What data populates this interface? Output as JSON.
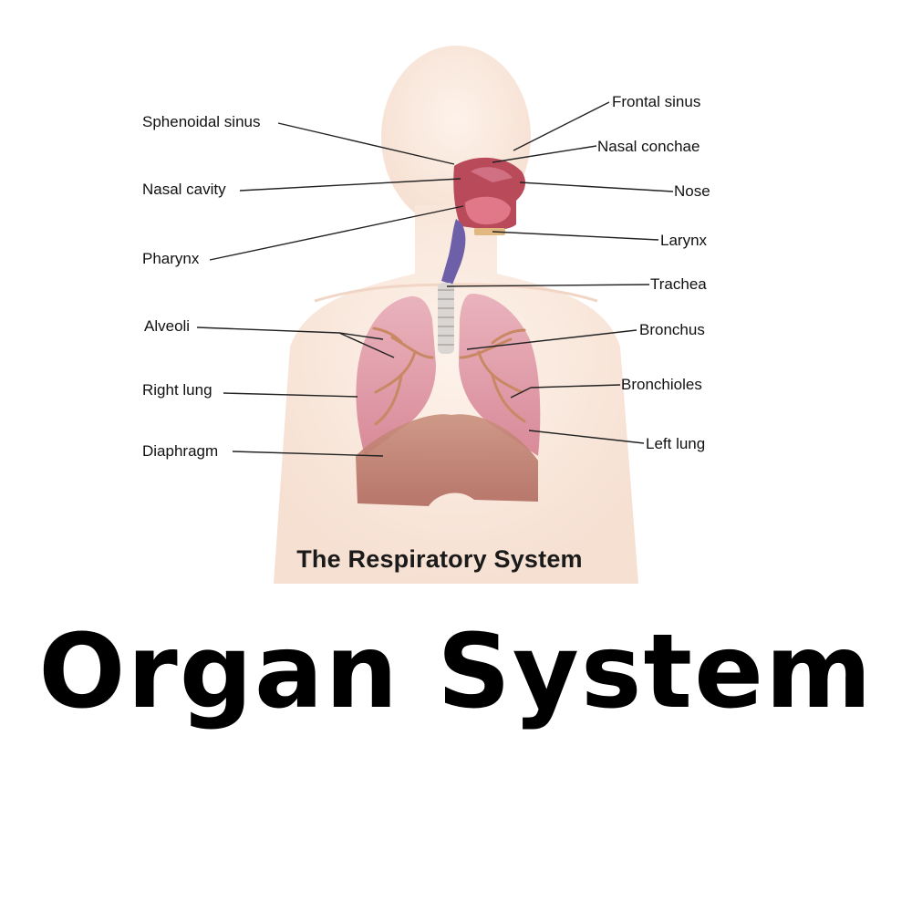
{
  "diagram": {
    "title": "The Respiratory System",
    "labels_left": {
      "sphenoidal_sinus": "Sphenoidal sinus",
      "nasal_cavity": "Nasal cavity",
      "pharynx": "Pharynx",
      "alveoli": "Alveoli",
      "right_lung": "Right lung",
      "diaphragm": "Diaphragm"
    },
    "labels_right": {
      "frontal_sinus": "Frontal sinus",
      "nasal_conchae": "Nasal conchae",
      "nose": "Nose",
      "larynx": "Larynx",
      "trachea": "Trachea",
      "bronchus": "Bronchus",
      "bronchioles": "Bronchioles",
      "left_lung": "Left lung"
    }
  },
  "heading": "Organ System"
}
